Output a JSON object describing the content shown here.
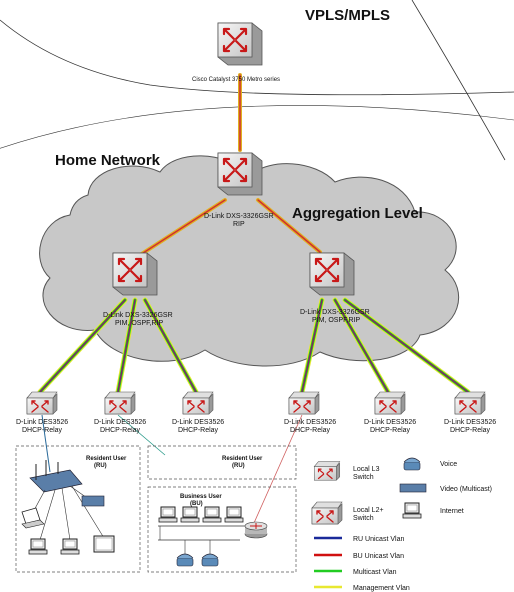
{
  "regions": {
    "top": "VPLS/MPLS",
    "home": "Home Network",
    "aggregation": "Aggregation Level"
  },
  "core": {
    "label": "Cisco Catalyst 3750 Metro series"
  },
  "center": {
    "line1": "D-Link DXS-3326GSR",
    "line2": "RIP"
  },
  "left_l3": {
    "line1": "D-Link DXS-3326GSR",
    "line2": "PIM, OSPF,RIP"
  },
  "right_l3": {
    "line1": "D-Link DXS-3326GSR",
    "line2": "PIM, OSPF,RIP"
  },
  "access": [
    {
      "line1": "D-Link DES3526",
      "line2": "DHCP-Relay"
    },
    {
      "line1": "D-Link DES3526",
      "line2": "DHCP-Relay"
    },
    {
      "line1": "D-Link DES3526",
      "line2": "DHCP-Relay"
    },
    {
      "line1": "D-Link DES3526",
      "line2": "DHCP-Relay"
    },
    {
      "line1": "D-Link DES3526",
      "line2": "DHCP-Relay"
    },
    {
      "line1": "D-Link DES3526",
      "line2": "DHCP-Relay"
    }
  ],
  "users": {
    "resident_left": {
      "line1": "Resident User",
      "line2": "(RU)"
    },
    "resident_mid": {
      "line1": "Resident User",
      "line2": "(RU)"
    },
    "business": {
      "line1": "Business User",
      "line2": "(BU)"
    }
  },
  "legend": {
    "l3_switch": {
      "line1": "Local L3",
      "line2": "Switch"
    },
    "l2_switch": {
      "line1": "Local L2+",
      "line2": "Switch"
    },
    "voice": "Voice",
    "video": "Video (Multicast)",
    "internet": "Internet",
    "vlans": [
      {
        "label": "RU Unicast Vlan",
        "color": "#1a2a9a"
      },
      {
        "label": "BU Unicast Vlan",
        "color": "#d01010"
      },
      {
        "label": "Multicast Vlan",
        "color": "#22cc22"
      },
      {
        "label": "Management Vlan",
        "color": "#e8e830"
      }
    ]
  },
  "colors": {
    "cloud": "#c8c8c8",
    "uplink_outer": "#e0b020",
    "uplink_inner": "#d03030",
    "switch_red": "#c81818"
  }
}
